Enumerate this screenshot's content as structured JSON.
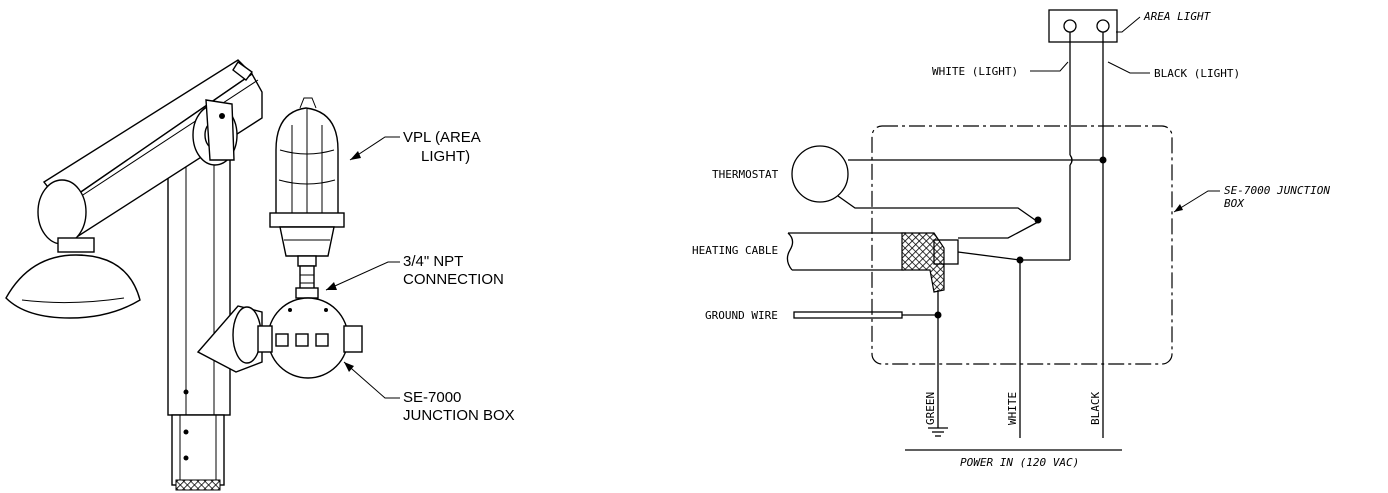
{
  "left_figure": {
    "labels": {
      "area_light": [
        "VPL (AREA",
        "LIGHT)"
      ],
      "npt": [
        "3/4\" NPT",
        "CONNECTION"
      ],
      "junction_box": [
        "SE-7000",
        "JUNCTION BOX"
      ]
    }
  },
  "right_figure": {
    "labels": {
      "area_light": "AREA LIGHT",
      "white_light": "WHITE (LIGHT)",
      "black_light": "BLACK (LIGHT)",
      "thermostat": "THERMOSTAT",
      "heating_cable": "HEATING CABLE",
      "ground_wire": "GROUND WIRE",
      "junction_box": [
        "SE-7000 JUNCTION",
        "BOX"
      ],
      "green": "GREEN",
      "white": "WHITE",
      "black": "BLACK",
      "power_in": "POWER IN (120 VAC)"
    }
  }
}
